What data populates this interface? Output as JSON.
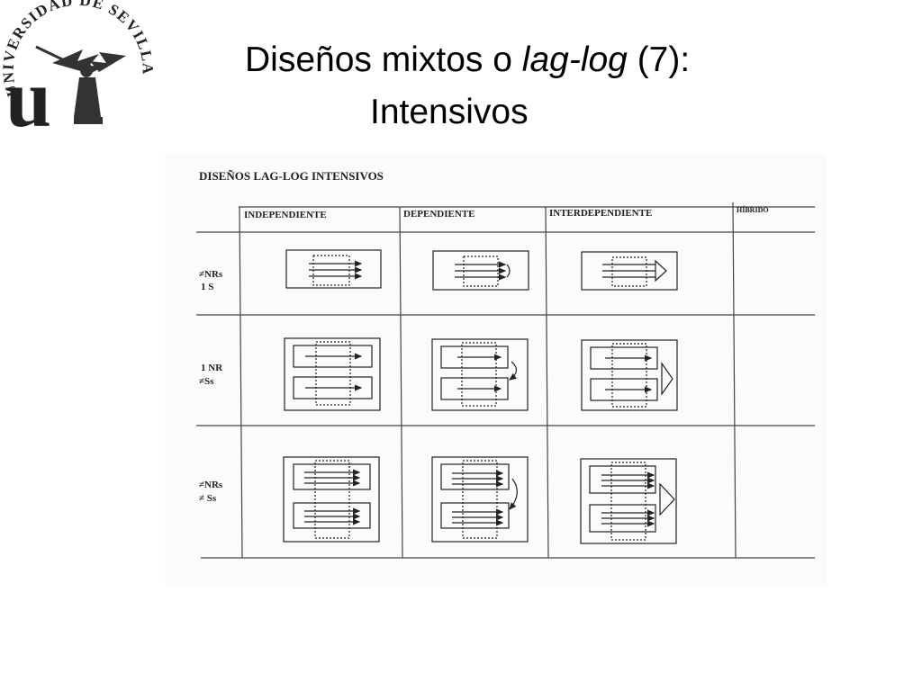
{
  "logo": {
    "arc_text": "UNIVERSIDAD DE SEVILLA",
    "monogram": "u",
    "icon": "university-seal-icon"
  },
  "slide": {
    "title_main": "Diseños mixtos o ",
    "title_italic": "lag-log",
    "title_suffix": "  (7):",
    "subtitle": "Intensivos"
  },
  "table": {
    "heading": "DISEÑOS LAG-LOG INTENSIVOS",
    "columns": [
      "INDEPENDIENTE",
      "DEPENDIENTE",
      "INTERDEPENDIENTE",
      "HÍBRIDO"
    ],
    "rows": [
      {
        "line1": "≠NRs",
        "line2": "1 S"
      },
      {
        "line1": "1 NR",
        "line2": "≠Ss"
      },
      {
        "line1": "≠NRs",
        "line2": "≠ Ss"
      }
    ]
  }
}
